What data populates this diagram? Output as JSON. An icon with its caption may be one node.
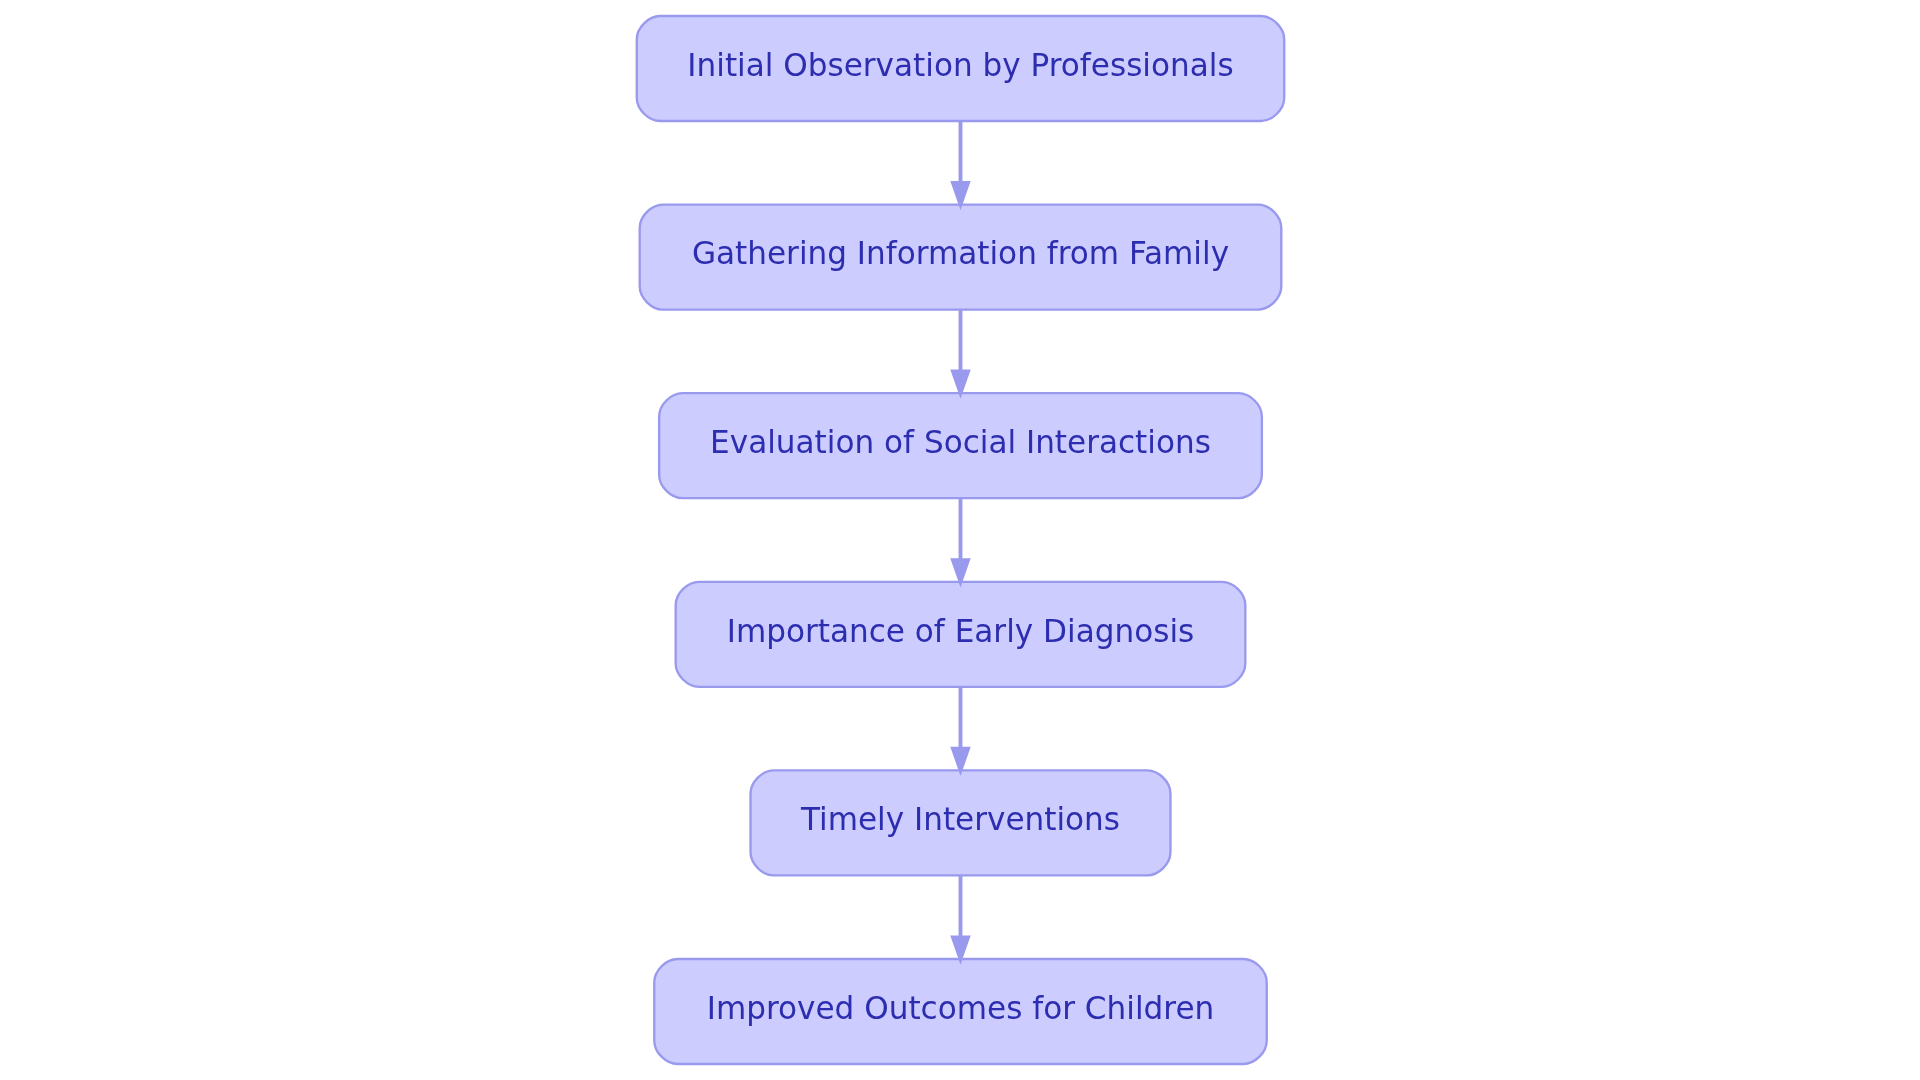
{
  "diagram": {
    "nodes": [
      {
        "text": [
          "Initial Observation by Professionals"
        ]
      },
      {
        "text": [
          "Gathering Information from Family"
        ]
      },
      {
        "text": [
          "Evaluation of Social Interactions"
        ]
      },
      {
        "text": [
          "Importance of Early Diagnosis"
        ]
      },
      {
        "text": [
          "Timely Interventions"
        ]
      },
      {
        "text": [
          "Improved Outcomes for Children"
        ]
      }
    ],
    "edges": [
      {
        "from": 0,
        "to": 1,
        "arrow": "to"
      },
      {
        "from": 1,
        "to": 2,
        "arrow": "to"
      },
      {
        "from": 2,
        "to": 3,
        "arrow": "to"
      },
      {
        "from": 3,
        "to": 4,
        "arrow": "to"
      },
      {
        "from": 4,
        "to": 5,
        "arrow": "to"
      }
    ]
  }
}
